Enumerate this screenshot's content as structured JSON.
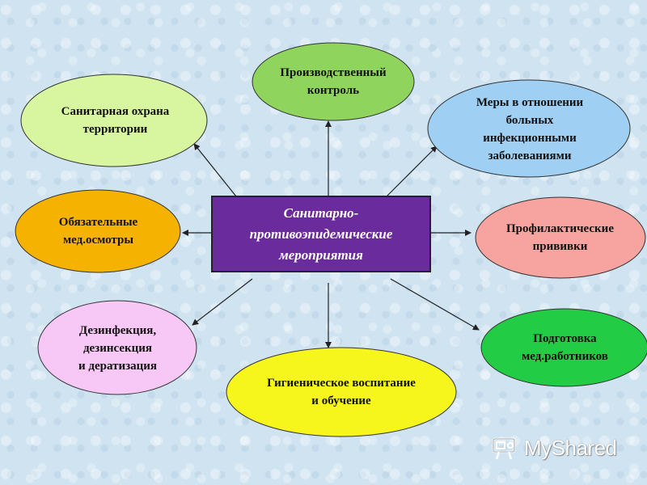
{
  "center": {
    "text": "Санитарно-\nпротивоэпидемические\nмероприятия"
  },
  "nodes": {
    "production_control": "Производственный\nконтроль",
    "sanitary_protection": "Санитарная охрана\nтерритории",
    "infectious_patients": "Меры в отношении\nбольных\nинфекционными\nзаболеваниями",
    "medical_exams": "Обязательные\nмед.осмотры",
    "vaccinations": "Профилактические\nпрививки",
    "disinfection": "Дезинфекция,\nдезинсекция\nи дератизация",
    "staff_training": "Подготовка\nмед.работников",
    "hygiene_education": "Гигиеническое воспитание\nи обучение"
  },
  "colors": {
    "center_fill": "#6a2b9c",
    "production_control": "#8fd45c",
    "sanitary_protection": "#d8f5a0",
    "infectious_patients": "#9fd0f3",
    "medical_exams": "#f5b300",
    "vaccinations": "#f7a39f",
    "disinfection": "#f7c8f5",
    "staff_training": "#22cc44",
    "hygiene_education": "#f6f51c"
  },
  "watermark": {
    "text": "MyShared",
    "icon": "projector-icon"
  }
}
